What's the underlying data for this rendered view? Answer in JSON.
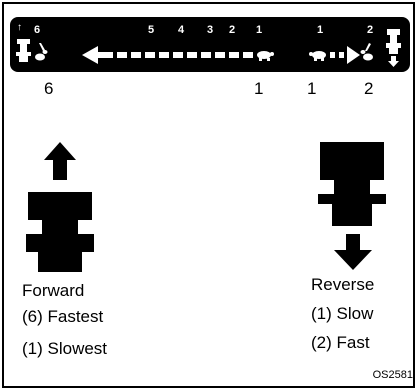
{
  "band": {
    "forward_labels": [
      "6",
      "5",
      "4",
      "3",
      "2",
      "1"
    ],
    "reverse_labels": [
      "1",
      "2"
    ],
    "fwd_arrow": "↑"
  },
  "below_numbers": [
    "6",
    "1",
    "1",
    "2"
  ],
  "forward": {
    "title": "Forward",
    "line1": "(6) Fastest",
    "line2": "(1) Slowest"
  },
  "reverse": {
    "title": "Reverse",
    "line1": "(1) Slow",
    "line2": "(2) Fast"
  },
  "figure_code": "OS2581",
  "icons": [
    "tractor-icon",
    "rabbit-icon",
    "turtle-icon",
    "arrow-left-icon",
    "arrow-right-icon",
    "arrow-up-icon",
    "arrow-down-icon"
  ]
}
